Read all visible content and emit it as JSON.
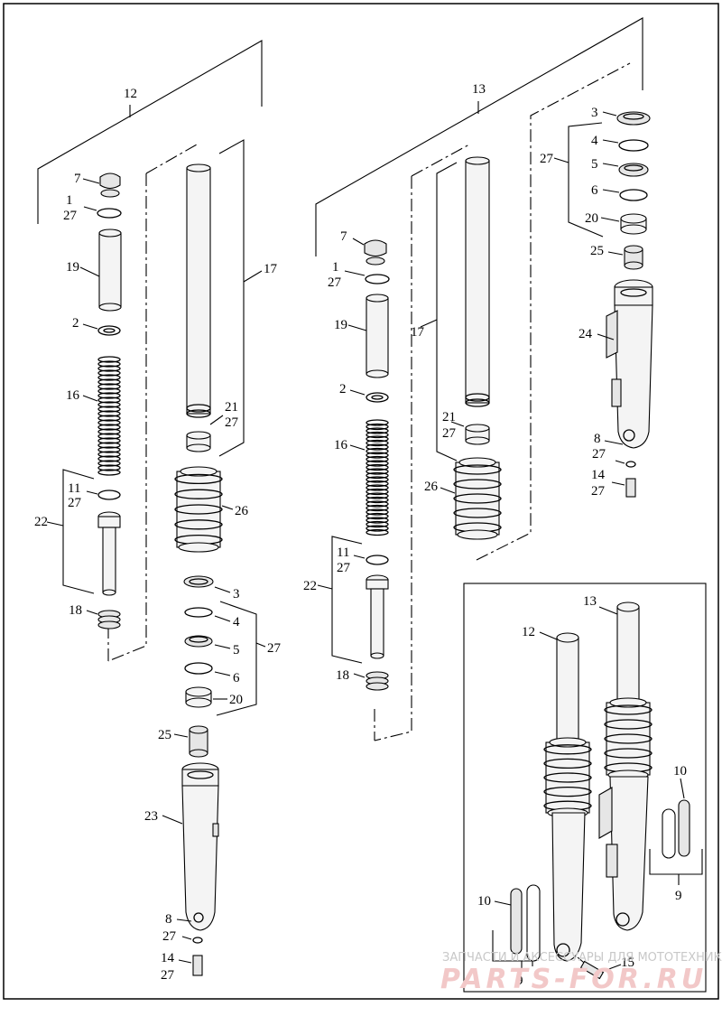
{
  "figure": {
    "labels": {
      "fork_left": "12",
      "fork_right": "13",
      "cap": "7",
      "oring": "1",
      "kit": "27",
      "spacer": "19",
      "washer": "2",
      "spring": "16",
      "ring_11": "11",
      "damper": "22",
      "rebound_spring": "18",
      "tube": "17",
      "bushing": "21",
      "boot": "26",
      "seal_3": "3",
      "clip_4": "4",
      "seal_5": "5",
      "washer_6": "6",
      "bushing_20": "20",
      "lock_25": "25",
      "slider_left": "23",
      "slider_right": "24",
      "drain_8": "8",
      "bolt_14": "14",
      "bolt_15": "15",
      "reflector_10": "10",
      "decal_9": "9"
    }
  },
  "watermark": {
    "line1": "ЗАПЧАСТИ И АКСЕССУАРЫ ДЛЯ МОТОТЕХНИКИ",
    "line2": "PARTS-FOR.RU"
  }
}
